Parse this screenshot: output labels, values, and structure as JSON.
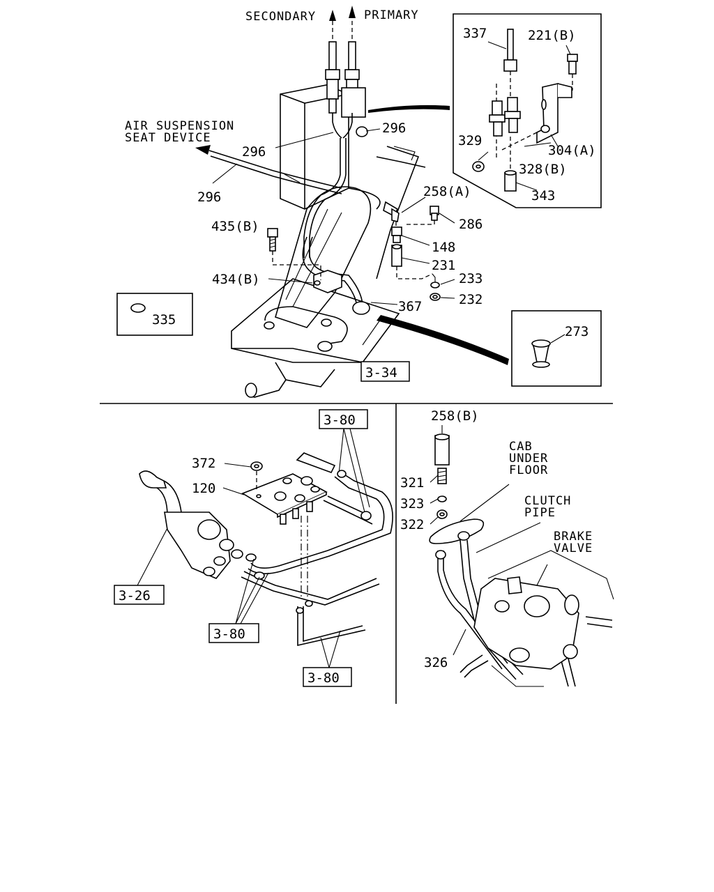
{
  "arrows": {
    "secondary": "SECONDARY",
    "primary": "PRIMARY",
    "seat_line1": "AIR SUSPENSION",
    "seat_line2": "SEAT DEVICE"
  },
  "callouts": {
    "p337": "337",
    "p221b": "221(B)",
    "p329": "329",
    "p328b": "328(B)",
    "p304a": "304(A)",
    "p343": "343",
    "p296a": "296",
    "p296b": "296",
    "p296c": "296",
    "p258a": "258(A)",
    "p286": "286",
    "p435b": "435(B)",
    "p148": "148",
    "p231": "231",
    "p434b": "434(B)",
    "p233": "233",
    "p232": "232",
    "p367": "367",
    "p335": "335",
    "p273": "273",
    "p372": "372",
    "p120": "120",
    "p258b": "258(B)",
    "p321": "321",
    "p323": "323",
    "p322": "322",
    "p326": "326"
  },
  "refs": {
    "r334": "3-34",
    "r380a": "3-80",
    "r326": "3-26",
    "r380b": "3-80",
    "r380c": "3-80"
  },
  "labels": {
    "cab_1": "CAB",
    "cab_2": "UNDER",
    "cab_3": "FLOOR",
    "clutch_1": "CLUTCH",
    "clutch_2": "PIPE",
    "brake_1": "BRAKE",
    "brake_2": "VALVE"
  }
}
